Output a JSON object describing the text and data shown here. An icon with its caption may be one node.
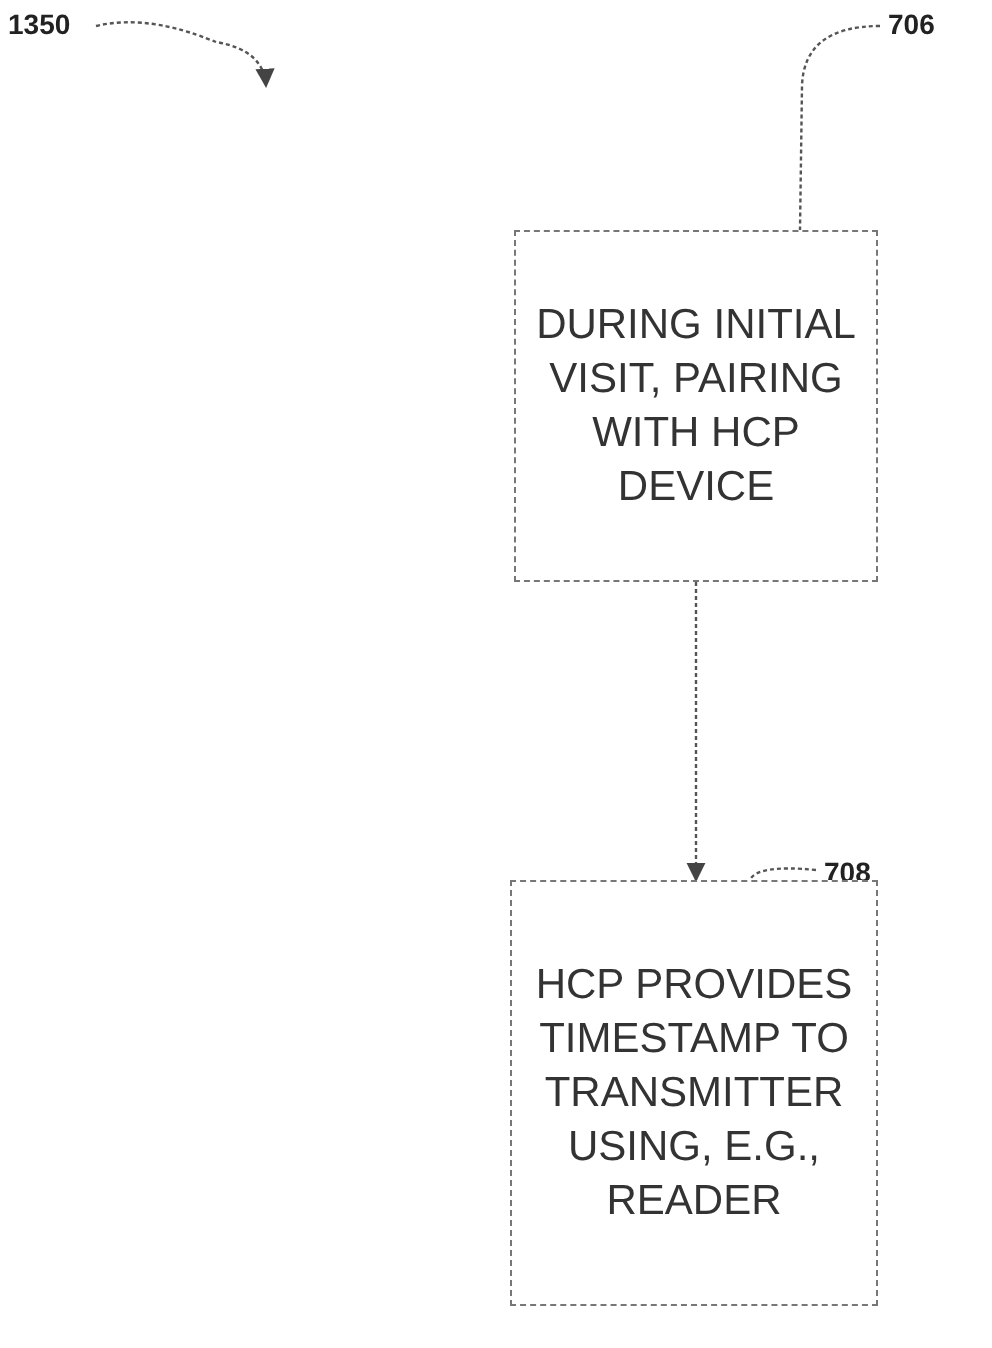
{
  "diagram": {
    "nodes": [
      {
        "text": [
          "1350"
        ]
      },
      {
        "text": [
          "706"
        ]
      },
      {
        "text": [
          "DURING INITIAL VISIT, PAIRING WITH HCP DEVICE"
        ]
      },
      {
        "text": [
          "708"
        ]
      },
      {
        "text": [
          "HCP PROVIDES TIMESTAMP TO TRANSMITTER USING, E.G., READER"
        ]
      }
    ],
    "edges": [
      {
        "from": 0,
        "to": null,
        "arrow": "to"
      },
      {
        "from": 1,
        "to": 2,
        "arrow": "none"
      },
      {
        "from": 2,
        "to": 4,
        "arrow": "to"
      },
      {
        "from": 3,
        "to": 4,
        "arrow": "none"
      }
    ]
  }
}
